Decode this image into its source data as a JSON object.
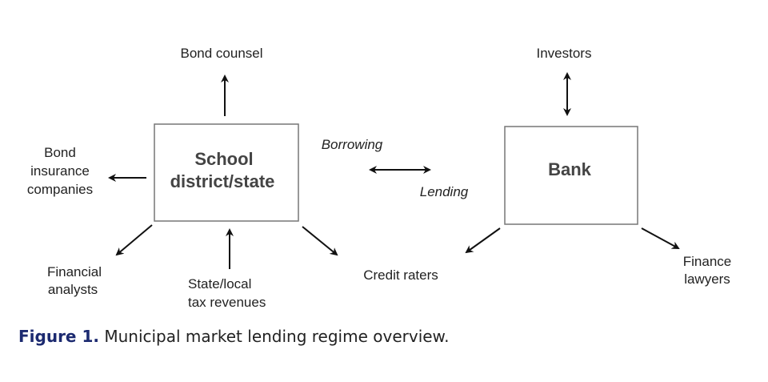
{
  "nodes": {
    "school": {
      "line1": "School",
      "line2": "district/state"
    },
    "bank": {
      "label": "Bank"
    }
  },
  "labels": {
    "bond_counsel": "Bond counsel",
    "investors": "Investors",
    "bond_insurance": [
      "Bond",
      "insurance",
      "companies"
    ],
    "financial_analysts": [
      "Financial",
      "analysts"
    ],
    "tax_revenues": [
      "State/local",
      "tax revenues"
    ],
    "credit_raters": "Credit raters",
    "finance_lawyers": [
      "Finance",
      "lawyers"
    ],
    "borrowing": "Borrowing",
    "lending": "Lending"
  },
  "caption": {
    "figure": "Figure 1.",
    "text": " Municipal market lending regime overview."
  },
  "colors": {
    "caption_accent": "#1c2a70",
    "box_stroke": "#777777",
    "arrow": "#111111"
  }
}
